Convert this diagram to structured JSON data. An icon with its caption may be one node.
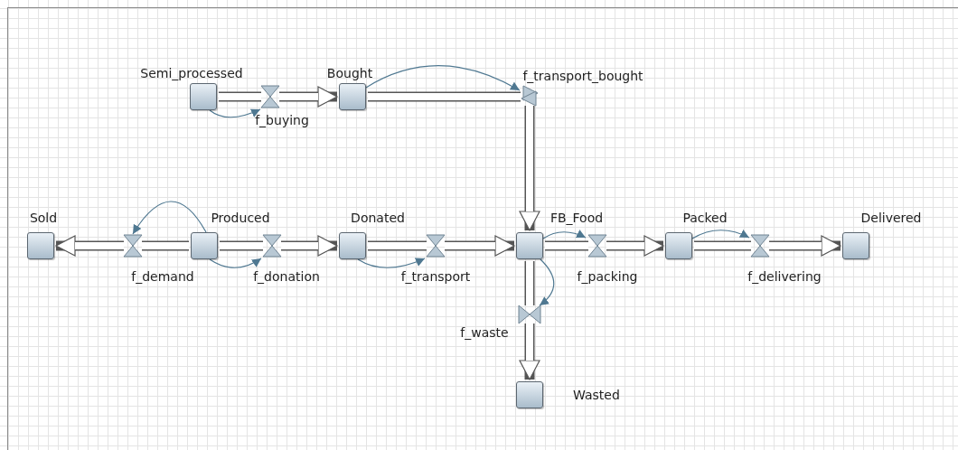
{
  "diagram": {
    "nodes": [
      {
        "text": [
          "Semi_processed"
        ]
      },
      {
        "text": [
          "Bought"
        ]
      },
      {
        "text": [
          "Sold"
        ]
      },
      {
        "text": [
          "Produced"
        ]
      },
      {
        "text": [
          "Donated"
        ]
      },
      {
        "text": [
          "FB_Food"
        ]
      },
      {
        "text": [
          "Packed"
        ]
      },
      {
        "text": [
          "Delivered"
        ]
      },
      {
        "text": [
          "Wasted"
        ]
      },
      {
        "text": [
          "f_buying"
        ]
      },
      {
        "text": [
          "f_transport_bought"
        ]
      },
      {
        "text": [
          "f_demand"
        ]
      },
      {
        "text": [
          "f_donation"
        ]
      },
      {
        "text": [
          "f_transport"
        ]
      },
      {
        "text": [
          "f_packing"
        ]
      },
      {
        "text": [
          "f_delivering"
        ]
      },
      {
        "text": [
          "f_waste"
        ]
      }
    ],
    "edges": [
      {
        "from": 0,
        "to": 9,
        "arrow": "none"
      },
      {
        "from": 9,
        "to": 1,
        "arrow": "to"
      },
      {
        "from": 1,
        "to": 10,
        "arrow": "none"
      },
      {
        "from": 10,
        "to": 5,
        "arrow": "to"
      },
      {
        "from": 3,
        "to": 11,
        "arrow": "none"
      },
      {
        "from": 11,
        "to": 2,
        "arrow": "to"
      },
      {
        "from": 3,
        "to": 12,
        "arrow": "none"
      },
      {
        "from": 12,
        "to": 4,
        "arrow": "to"
      },
      {
        "from": 4,
        "to": 13,
        "arrow": "none"
      },
      {
        "from": 13,
        "to": 5,
        "arrow": "to"
      },
      {
        "from": 5,
        "to": 14,
        "arrow": "none"
      },
      {
        "from": 14,
        "to": 6,
        "arrow": "to"
      },
      {
        "from": 6,
        "to": 15,
        "arrow": "none"
      },
      {
        "from": 15,
        "to": 7,
        "arrow": "to"
      },
      {
        "from": 5,
        "to": 16,
        "arrow": "none"
      },
      {
        "from": 16,
        "to": 8,
        "arrow": "to"
      },
      {
        "from": 0,
        "to": 9,
        "arrow": "to",
        "color": "#4f7891"
      },
      {
        "from": 1,
        "to": 10,
        "arrow": "to",
        "color": "#4f7891"
      },
      {
        "from": 3,
        "to": 11,
        "arrow": "to",
        "color": "#4f7891"
      },
      {
        "from": 3,
        "to": 12,
        "arrow": "to",
        "color": "#4f7891"
      },
      {
        "from": 4,
        "to": 13,
        "arrow": "to",
        "color": "#4f7891"
      },
      {
        "from": 5,
        "to": 14,
        "arrow": "to",
        "color": "#4f7891"
      },
      {
        "from": 6,
        "to": 15,
        "arrow": "to",
        "color": "#4f7891"
      },
      {
        "from": 5,
        "to": 16,
        "arrow": "to",
        "color": "#4f7891"
      }
    ]
  }
}
